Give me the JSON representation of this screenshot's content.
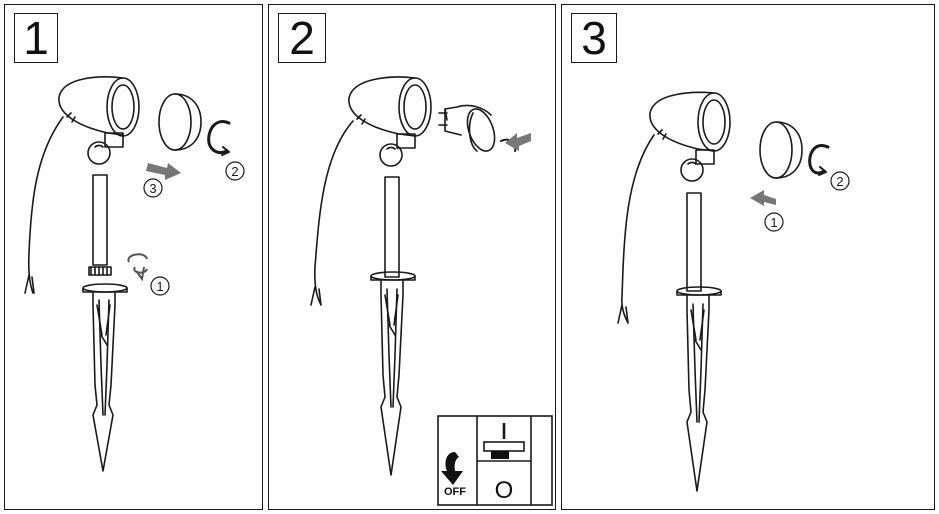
{
  "panels": [
    {
      "step": "1",
      "callouts": {
        "twist": "1",
        "rotate": "2",
        "push": "3"
      }
    },
    {
      "step": "2"
    },
    {
      "step": "3",
      "callouts": {
        "push": "1",
        "rotate": "2"
      }
    }
  ],
  "power": {
    "on_symbol": "I",
    "off_symbol": "O",
    "off_label": "OFF"
  },
  "colors": {
    "line": "#1a1a1a",
    "arrow": "#777777"
  }
}
